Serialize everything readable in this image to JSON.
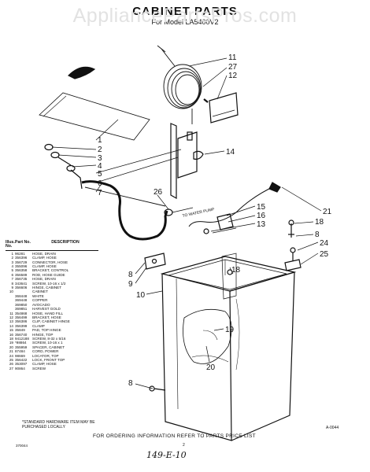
{
  "watermark": "AppliancePartsPros.com",
  "header": {
    "title": "CABINET PARTS",
    "subtitle": "For Model LA5400V2"
  },
  "callouts": [
    "11",
    "27",
    "12",
    "1",
    "2",
    "3",
    "4",
    "5",
    "6",
    "7",
    "14",
    "26",
    "15",
    "16",
    "13",
    "21",
    "18",
    "8",
    "24",
    "25",
    "8",
    "9",
    "10",
    "18",
    "19",
    "20",
    "8"
  ],
  "annotations": {
    "water_pump": "TO WATER PUMP"
  },
  "parts_table": {
    "headers": [
      "Illus. No.",
      "Part No.",
      "DESCRIPTION"
    ],
    "rows": [
      [
        "1",
        "96281",
        "HOSE, DRAIN"
      ],
      [
        "2",
        "356396",
        "CLAMP, HOSE"
      ],
      [
        "3",
        "356729",
        "CONNECTOR, HOSE"
      ],
      [
        "4",
        "355096",
        "CLAMP, HOSE"
      ],
      [
        "5",
        "356358",
        "BRACKET, CONTROL"
      ],
      [
        "6",
        "356589",
        "ROD, HOSE GUIDE"
      ],
      [
        "7",
        "356735",
        "HOSE, DRAIN"
      ],
      [
        "8",
        "343641",
        "SCREW, 10-16 x 1/2"
      ],
      [
        "9",
        "356606",
        "HINGE, CABINET"
      ],
      [
        "10",
        "",
        "CABINET"
      ],
      [
        "",
        "368448",
        "WHITE"
      ],
      [
        "",
        "369448",
        "COPPER"
      ],
      [
        "",
        "369850",
        "AVOCADO"
      ],
      [
        "",
        "369851",
        "HARVEST GOLD"
      ],
      [
        "11",
        "354868",
        "HOSE, HAND FILL"
      ],
      [
        "12",
        "356499",
        "BRACKET, HOSE"
      ],
      [
        "13",
        "356386",
        "CLIP, CABINET HINGE"
      ],
      [
        "14",
        "356399",
        "CLAMP"
      ],
      [
        "15",
        "35849",
        "PAD, TOP HINGE"
      ],
      [
        "16",
        "356740",
        "HINGE, TOP"
      ],
      [
        "18",
        "9412188",
        "SCREW, 8-32 x 5/16"
      ],
      [
        "19",
        "*98864",
        "SCREW, 10-16 x 1"
      ],
      [
        "20",
        "355959",
        "SPACER, CABINET"
      ],
      [
        "21",
        "87484",
        "CORD, POWER"
      ],
      [
        "24",
        "98669",
        "LOCATOR, TOP"
      ],
      [
        "25",
        "356422",
        "LOCK, FRONT TOP"
      ],
      [
        "26",
        "353097",
        "CLAMP, HOSE"
      ],
      [
        "27",
        "90864",
        "SCREW"
      ]
    ]
  },
  "footnote": "*STANDARD HARDWARE ITEM MAY BE PURCHASED LOCALLY",
  "ordering_note": "FOR ORDERING INFORMATION REFER TO PARTS PRICE LIST",
  "doc_number": "370044",
  "page_number": "2",
  "reference_code": "A-0044",
  "handwritten_note": "149-E-10"
}
